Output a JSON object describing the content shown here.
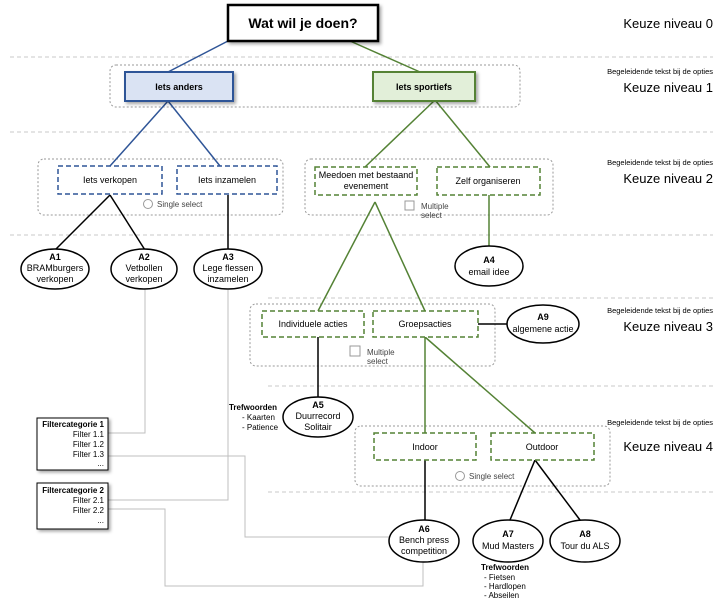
{
  "root": {
    "label": "Wat wil je doen?"
  },
  "levels": {
    "l0": {
      "label": "Keuze niveau 0"
    },
    "l1": {
      "label": "Keuze niveau 1",
      "note": "Begeleidende tekst bij de opties"
    },
    "l2": {
      "label": "Keuze niveau 2",
      "note": "Begeleidende tekst bij de opties"
    },
    "l3": {
      "label": "Keuze niveau 3",
      "note": "Begeleidende tekst bij de opties"
    },
    "l4": {
      "label": "Keuze niveau 4",
      "note": "Begeleidende tekst bij de opties"
    }
  },
  "options": {
    "iets_anders": "Iets anders",
    "iets_sportiefs": "Iets sportiefs",
    "iets_verkopen": "Iets verkopen",
    "iets_inzamelen": "Iets inzamelen",
    "meedoen_1": "Meedoen met bestaand",
    "meedoen_2": "evenement",
    "zelf_organiseren": "Zelf organiseren",
    "individuele_acties": "Individuele acties",
    "groepsacties": "Groepsacties",
    "indoor": "Indoor",
    "outdoor": "Outdoor"
  },
  "selectors": {
    "single_select": "Single select",
    "multiple_1": "Multiple",
    "multiple_2": "select"
  },
  "actions": {
    "a1": {
      "id": "A1",
      "l1": "BRAMburgers",
      "l2": "verkopen"
    },
    "a2": {
      "id": "A2",
      "l1": "Vetbollen",
      "l2": "verkopen"
    },
    "a3": {
      "id": "A3",
      "l1": "Lege flessen",
      "l2": "inzamelen"
    },
    "a4": {
      "id": "A4",
      "l1": "email idee"
    },
    "a5": {
      "id": "A5",
      "l1": "Duurrecord",
      "l2": "Solitair"
    },
    "a6": {
      "id": "A6",
      "l1": "Bench press",
      "l2": "competition"
    },
    "a7": {
      "id": "A7",
      "l1": "Mud Masters"
    },
    "a8": {
      "id": "A8",
      "l1": "Tour du ALS"
    },
    "a9": {
      "id": "A9",
      "l1": "algemene actie"
    }
  },
  "keywords": {
    "a5": {
      "title": "Trefwoorden",
      "items": [
        "- Kaarten",
        "- Patience"
      ]
    },
    "a7": {
      "title": "Trefwoorden",
      "items": [
        "- Fietsen",
        "- Hardlopen",
        "- Abseilen"
      ]
    }
  },
  "filters": [
    {
      "title": "Filtercategorie 1",
      "items": [
        "Filter 1.1",
        "Filter 1.2",
        "Filter 1.3",
        "..."
      ]
    },
    {
      "title": "Filtercategorie 2",
      "items": [
        "Filter 2.1",
        "Filter 2.2",
        "..."
      ]
    }
  ],
  "colors": {
    "blue": "#2f5597",
    "blue_fill": "#dae3f3",
    "green": "#548235",
    "green_fill": "#e2efd9",
    "grey_line": "#bfbfbf"
  }
}
